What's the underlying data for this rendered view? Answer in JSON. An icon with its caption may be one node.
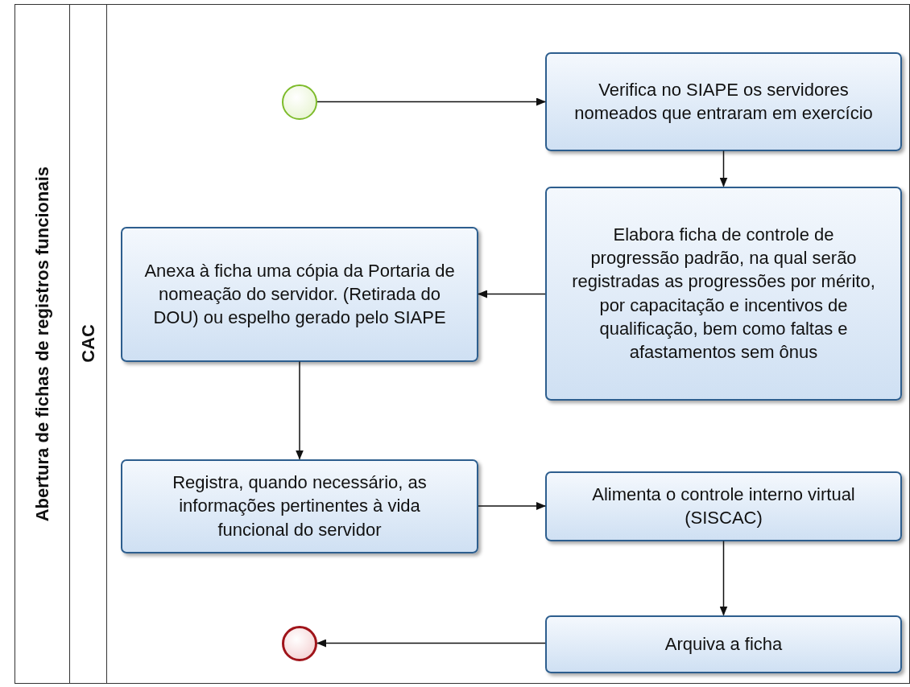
{
  "diagram": {
    "nodes": [
      {
        "text": [
          "Abertura de fichas de registros funcionais"
        ]
      },
      {
        "text": [
          "CAC"
        ],
        "in": 0
      },
      {
        "text": [],
        "shape": "circle",
        "in": 1
      },
      {
        "text": [
          "Verifica no SIAPE os servidores nomeados que entraram em exercício"
        ],
        "in": 1
      },
      {
        "text": [
          "Elabora ficha de controle de progressão padrão, na qual serão registradas as progressões por mérito, por capacitação e incentivos de qualificação, bem como faltas e afastamentos sem ônus"
        ],
        "in": 1
      },
      {
        "text": [
          "Anexa à ficha uma cópia da Portaria de nomeação do servidor. (Retirada do DOU) ou espelho gerado pelo SIAPE"
        ],
        "in": 1
      },
      {
        "text": [
          "Registra, quando necessário, as informações pertinentes à vida funcional do servidor"
        ],
        "in": 1
      },
      {
        "text": [
          "Alimenta o controle interno virtual (SISCAC)"
        ],
        "in": 1
      },
      {
        "text": [
          "Arquiva a ficha"
        ],
        "in": 1
      },
      {
        "text": [],
        "shape": "circle",
        "in": 1
      }
    ],
    "edges": [
      {
        "from": 2,
        "to": 3,
        "arrow": "to"
      },
      {
        "from": 3,
        "to": 4,
        "arrow": "to"
      },
      {
        "from": 4,
        "to": 5,
        "arrow": "to"
      },
      {
        "from": 5,
        "to": 6,
        "arrow": "to"
      },
      {
        "from": 6,
        "to": 7,
        "arrow": "to"
      },
      {
        "from": 7,
        "to": 8,
        "arrow": "to"
      },
      {
        "from": 8,
        "to": 9,
        "arrow": "to"
      }
    ]
  }
}
